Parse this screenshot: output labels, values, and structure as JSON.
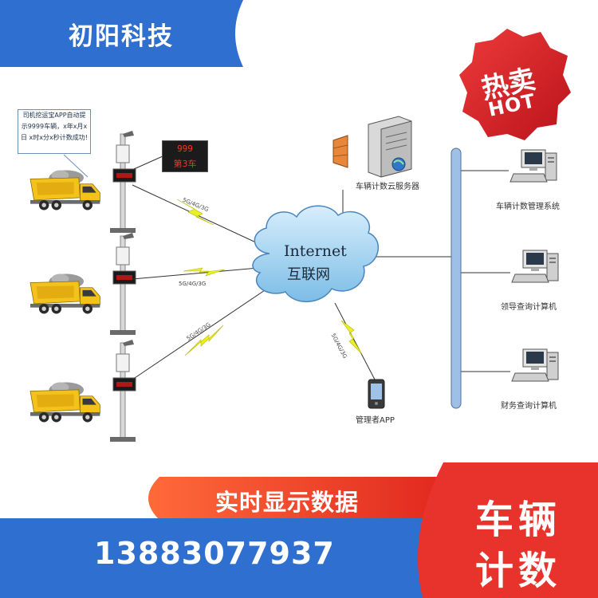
{
  "brand": {
    "name": "初阳科技",
    "color": "#2f6fcf"
  },
  "hot_badge": {
    "line1": "热卖",
    "line2": "HOT",
    "color": "#d8222a"
  },
  "driver_note": {
    "text": "司机挖运宝APP自动提示9999车辆，x年x月x日 x时x分x秒计数成功!"
  },
  "led_display": {
    "line1": "999",
    "line2": "第3车"
  },
  "wireless_labels": [
    "5G/4G/3G",
    "5G/4G/3G",
    "5G/4G/3G",
    "5G/4G/3G"
  ],
  "internet": {
    "en": "Internet",
    "zh": "互联网"
  },
  "server": {
    "label": "车辆计数云服务器"
  },
  "app": {
    "label": "管理者APP"
  },
  "computers": [
    {
      "label": "车辆计数管理系统"
    },
    {
      "label": "领导查询计算机"
    },
    {
      "label": "财务查询计算机"
    }
  ],
  "realtime_banner": {
    "text": "实时显示数据",
    "color": "#e8332d"
  },
  "phone": {
    "number": "13883077937"
  },
  "count_badge": {
    "line1": "车辆",
    "line2": "计数",
    "color": "#e8332d"
  }
}
